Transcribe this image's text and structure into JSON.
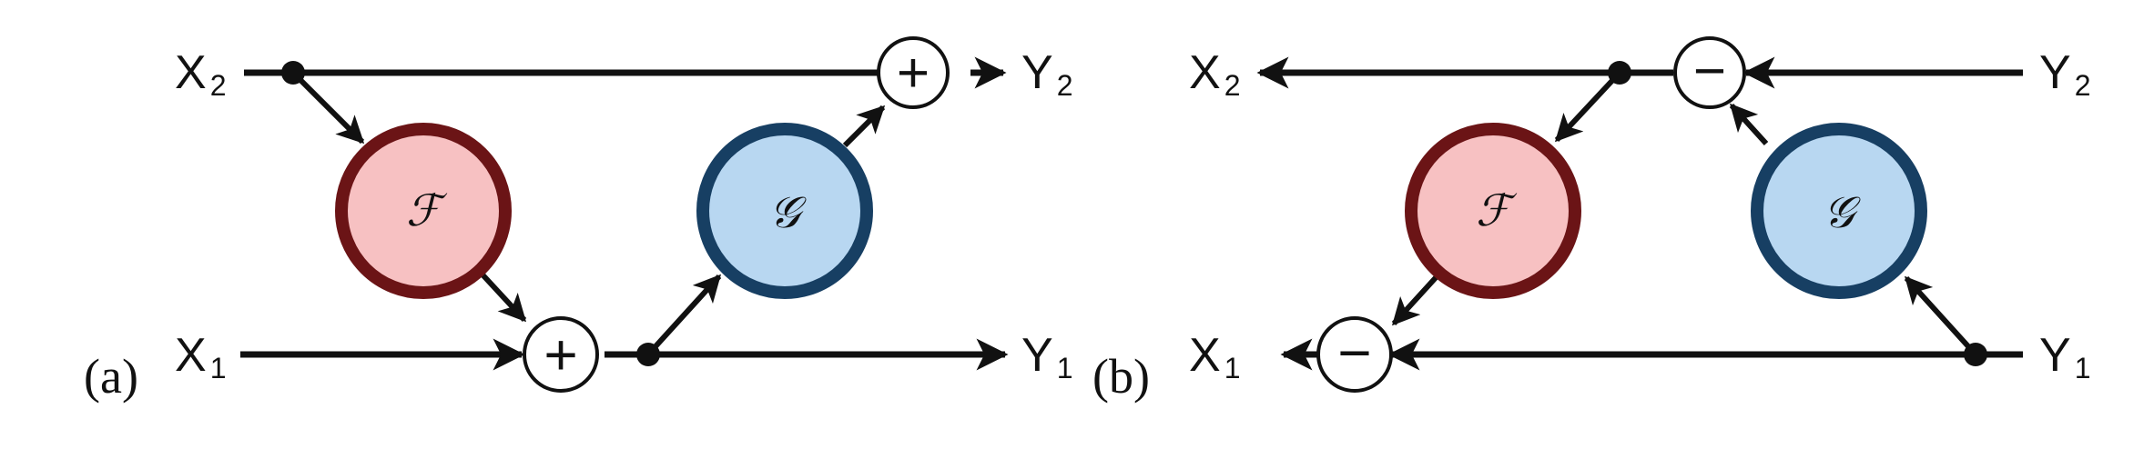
{
  "panel_a": {
    "label": "(a)",
    "inputs": {
      "x2": {
        "main": "X",
        "sub": "2"
      },
      "x1": {
        "main": "X",
        "sub": "1"
      }
    },
    "outputs": {
      "y2": {
        "main": "Y",
        "sub": "2"
      },
      "y1": {
        "main": "Y",
        "sub": "1"
      }
    },
    "blocks": {
      "f": {
        "symbol": "ℱ",
        "fill": "#f7c1c2",
        "stroke": "#6b1416"
      },
      "g": {
        "symbol": "𝒢",
        "fill": "#b8d7f1",
        "stroke": "#173f63"
      }
    },
    "operators": {
      "top": "+",
      "bottom": "+"
    }
  },
  "panel_b": {
    "label": "(b)",
    "outputs": {
      "x2": {
        "main": "X",
        "sub": "2"
      },
      "x1": {
        "main": "X",
        "sub": "1"
      }
    },
    "inputs": {
      "y2": {
        "main": "Y",
        "sub": "2"
      },
      "y1": {
        "main": "Y",
        "sub": "1"
      }
    },
    "blocks": {
      "f": {
        "symbol": "ℱ",
        "fill": "#f7c1c2",
        "stroke": "#6b1416"
      },
      "g": {
        "symbol": "𝒢",
        "fill": "#b8d7f1",
        "stroke": "#173f63"
      }
    },
    "operators": {
      "top": "−",
      "bottom": "−"
    }
  }
}
